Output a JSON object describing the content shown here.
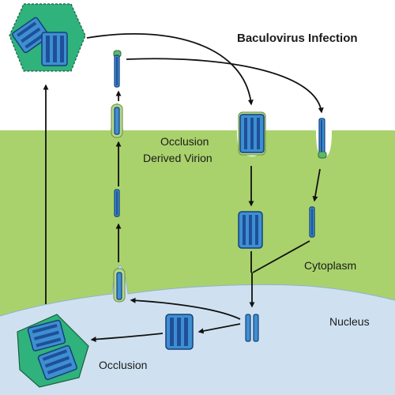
{
  "title": "Baculovirus Infection",
  "labels": {
    "odv_line1": "Occlusion",
    "odv_line2": "Derived Virion",
    "cytoplasm": "Cytoplasm",
    "nucleus": "Nucleus",
    "occlusion": "Occlusion"
  },
  "colors": {
    "cytoplasm": "#a9d26c",
    "nucleus": "#cfe1f0",
    "occlusion_body": "#2fb27c",
    "virion_dark": "#1f4f9a",
    "virion_light": "#3d8fd0",
    "envelope": "#b5d78f"
  }
}
